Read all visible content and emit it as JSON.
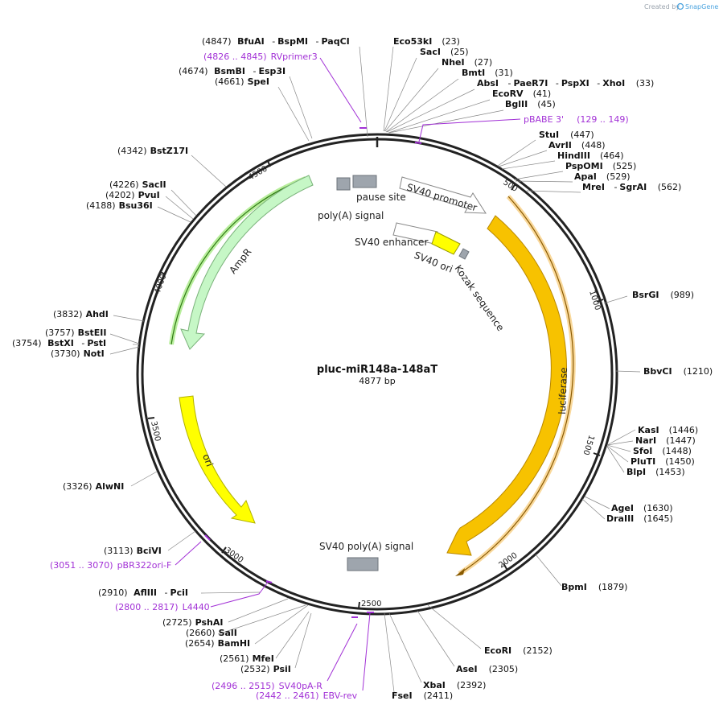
{
  "credit": {
    "prefix": "Created by",
    "brand": "SnapGene"
  },
  "plasmid": {
    "name": "pluc-miR148a-148aT",
    "length": "4877 bp"
  },
  "ticks": [
    "500",
    "1000",
    "1500",
    "2000",
    "2500",
    "3000",
    "3500",
    "4000",
    "4500"
  ],
  "features": {
    "pause_site": "pause site",
    "polya_signal": "poly(A) signal",
    "sv40_promoter": "SV40 promoter",
    "sv40_enhancer": "SV40 enhancer",
    "sv40_ori": "SV40 ori",
    "kozak": "Kozak sequence",
    "luciferase": "luciferase",
    "ampr": "AmpR",
    "ori": "ori",
    "sv40_polya": "SV40 poly(A) signal"
  },
  "sites": [
    {
      "pos": "(4847)",
      "name": "BfuAI",
      "extra": [
        "BspMI",
        "PaqCI"
      ]
    },
    {
      "pos": "(4674)",
      "name": "BsmBI",
      "extra": [
        "Esp3I"
      ]
    },
    {
      "pos": "(4661)",
      "name": "SpeI",
      "extra": []
    },
    {
      "pos": "(4342)",
      "name": "BstZ17I",
      "extra": []
    },
    {
      "pos": "(4226)",
      "name": "SacII",
      "extra": []
    },
    {
      "pos": "(4202)",
      "name": "PvuI",
      "extra": []
    },
    {
      "pos": "(4188)",
      "name": "Bsu36I",
      "extra": []
    },
    {
      "pos": "(3832)",
      "name": "AhdI",
      "extra": []
    },
    {
      "pos": "(3757)",
      "name": "BstEII",
      "extra": []
    },
    {
      "pos": "(3754)",
      "name": "BstXI",
      "extra": [
        "PstI"
      ]
    },
    {
      "pos": "(3730)",
      "name": "NotI",
      "extra": []
    },
    {
      "pos": "(3326)",
      "name": "AlwNI",
      "extra": []
    },
    {
      "pos": "(3113)",
      "name": "BciVI",
      "extra": []
    },
    {
      "pos": "(2910)",
      "name": "AflIII",
      "extra": [
        "PciI"
      ]
    },
    {
      "pos": "(2725)",
      "name": "PshAI",
      "extra": []
    },
    {
      "pos": "(2660)",
      "name": "SalI",
      "extra": []
    },
    {
      "pos": "(2654)",
      "name": "BamHI",
      "extra": []
    },
    {
      "pos": "(2561)",
      "name": "MfeI",
      "extra": []
    },
    {
      "pos": "(2532)",
      "name": "PsiI",
      "extra": []
    },
    {
      "pos": "(23)",
      "name": "Eco53kI",
      "extra": []
    },
    {
      "pos": "(25)",
      "name": "SacI",
      "extra": []
    },
    {
      "pos": "(27)",
      "name": "NheI",
      "extra": []
    },
    {
      "pos": "(31)",
      "name": "BmtI",
      "extra": []
    },
    {
      "pos": "(33)",
      "name": "AbsI",
      "extra": [
        "PaeR7I",
        "PspXI",
        "XhoI"
      ]
    },
    {
      "pos": "(41)",
      "name": "EcoRV",
      "extra": []
    },
    {
      "pos": "(45)",
      "name": "BglII",
      "extra": []
    },
    {
      "pos": "(447)",
      "name": "StuI",
      "extra": []
    },
    {
      "pos": "(448)",
      "name": "AvrII",
      "extra": []
    },
    {
      "pos": "(464)",
      "name": "HindIII",
      "extra": []
    },
    {
      "pos": "(525)",
      "name": "PspOMI",
      "extra": []
    },
    {
      "pos": "(529)",
      "name": "ApaI",
      "extra": []
    },
    {
      "pos": "(562)",
      "name": "MreI",
      "extra": [
        "SgrAI"
      ]
    },
    {
      "pos": "(989)",
      "name": "BsrGI",
      "extra": []
    },
    {
      "pos": "(1210)",
      "name": "BbvCI",
      "extra": []
    },
    {
      "pos": "(1446)",
      "name": "KasI",
      "extra": []
    },
    {
      "pos": "(1447)",
      "name": "NarI",
      "extra": []
    },
    {
      "pos": "(1448)",
      "name": "SfoI",
      "extra": []
    },
    {
      "pos": "(1450)",
      "name": "PluTI",
      "extra": []
    },
    {
      "pos": "(1453)",
      "name": "BlpI",
      "extra": []
    },
    {
      "pos": "(1630)",
      "name": "AgeI",
      "extra": []
    },
    {
      "pos": "(1645)",
      "name": "DraIII",
      "extra": []
    },
    {
      "pos": "(1879)",
      "name": "BpmI",
      "extra": []
    },
    {
      "pos": "(2152)",
      "name": "EcoRI",
      "extra": []
    },
    {
      "pos": "(2305)",
      "name": "AseI",
      "extra": []
    },
    {
      "pos": "(2392)",
      "name": "XbaI",
      "extra": []
    },
    {
      "pos": "(2411)",
      "name": "FseI",
      "extra": []
    }
  ],
  "primers": [
    {
      "range": "(4826 .. 4845)",
      "name": "RVprimer3"
    },
    {
      "range": "(129 .. 149)",
      "name": "pBABE 3'"
    },
    {
      "range": "(3051 .. 3070)",
      "name": "pBR322ori-F"
    },
    {
      "range": "(2800 .. 2817)",
      "name": "L4440"
    },
    {
      "range": "(2496 .. 2515)",
      "name": "SV40pA-R"
    },
    {
      "range": "(2442 .. 2461)",
      "name": "EBV-rev"
    }
  ],
  "colors": {
    "backbone": "#222222",
    "luciferase": "#f7c200",
    "ampr": "#c6f7c6",
    "ori": "#ffff00",
    "primer": "#a231d6",
    "gray_feature": "#9ea5ad"
  }
}
